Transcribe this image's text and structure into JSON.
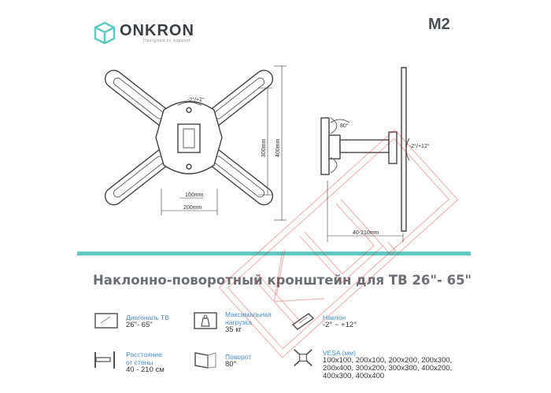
{
  "brand": {
    "name": "ONKRON",
    "tagline": "Designed to support",
    "logo_icon": "cube-logo-icon",
    "accent_color": "#5fc9c1"
  },
  "model": "M2",
  "diagram": {
    "tilt_front": "-2°/+2°",
    "vesa_100": "100mm",
    "vesa_200": "200mm",
    "height_300": "300mm",
    "height_400": "400mm",
    "swivel": "80°",
    "tilt_side": "-2°/+12°",
    "depth": "40-210mm"
  },
  "title": "Наклонно-поворотный кронштейн для ТВ 26\"- 65\"",
  "specs": {
    "diagonal": {
      "icon": "tv-screen-icon",
      "label": "Диагональ ТВ",
      "value": "26\"- 65\""
    },
    "load": {
      "icon": "weight-icon",
      "label1": "Максимальная",
      "label2": "нагрузка",
      "value": "35 кг"
    },
    "tilt": {
      "icon": "tilt-icon",
      "label": "Наклон",
      "value": "-2° ~ +12°"
    },
    "distance": {
      "icon": "wall-distance-icon",
      "label1": "Расстояние",
      "label2": "от стены",
      "value": "40 - 210 см"
    },
    "swivel": {
      "icon": "swivel-icon",
      "label": "Поворот",
      "value": "80°"
    },
    "vesa": {
      "icon": "vesa-icon",
      "label": "VESA (мм)",
      "line1": "100x100, 200x100, 200x200, 200x300,",
      "line2": "200x400, 300x200, 300x300, 400x200,",
      "line3": "400x300, 400x400"
    }
  },
  "watermark": "КЦ"
}
